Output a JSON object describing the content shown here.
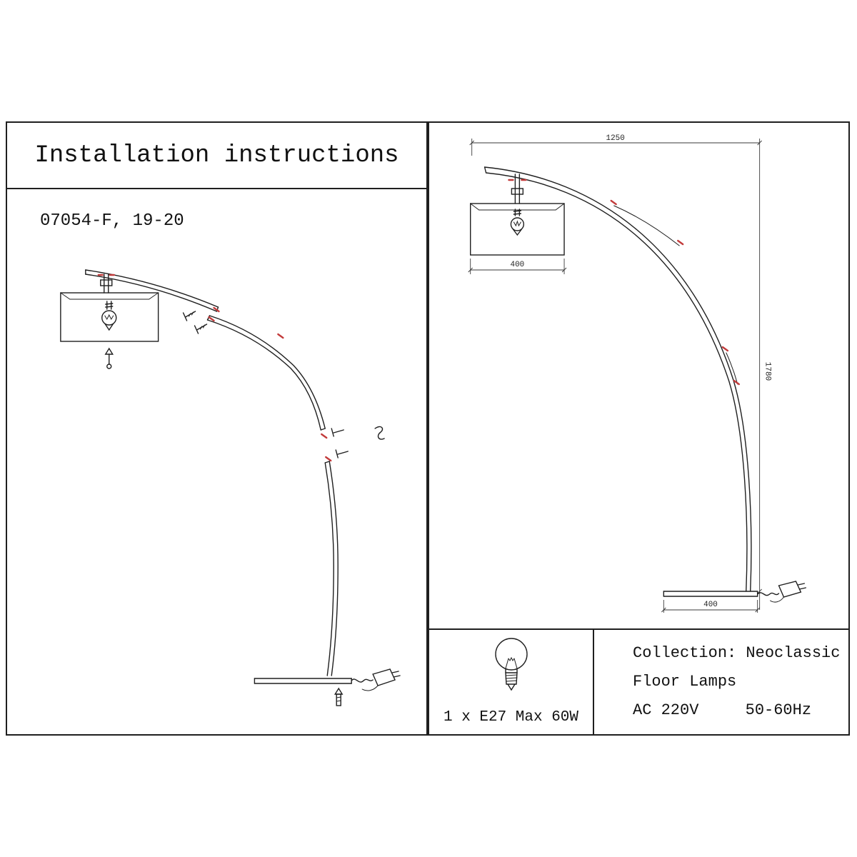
{
  "left_panel": {
    "title": "Installation instructions",
    "model": "07054-F, 19-20"
  },
  "right_panel": {
    "dims": {
      "top_width": "1250",
      "shade_width": "400",
      "height": "1780",
      "base_width": "400"
    }
  },
  "spec": {
    "bulb_label": "1 x E27 Max 60W",
    "collection": "Collection: Neoclassic",
    "category": "Floor Lamps",
    "voltage": "AC 220V",
    "frequency": "50-60Hz"
  },
  "colors": {
    "line": "#1f1f1f",
    "accent-red": "#c23b3b",
    "dim-line": "#3a3a3a"
  }
}
